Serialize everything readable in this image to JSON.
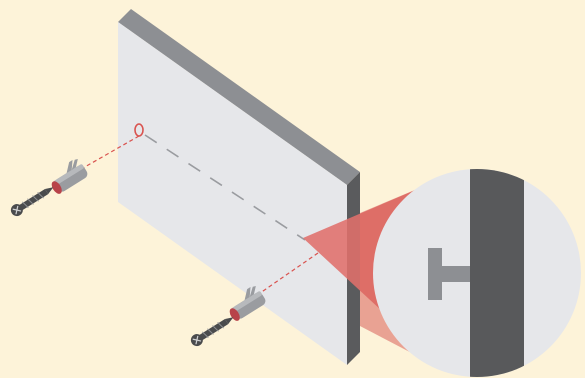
{
  "colors": {
    "background": "#fdf3d9",
    "panel_face": "#e6e7ea",
    "panel_top": "#8d8f93",
    "panel_edge": "#5a5b5d",
    "marker_red": "#d9534f",
    "magnifier_cone": "#e0706b",
    "hook": "#8d8f93",
    "anchor_gray": "#9a9ca0",
    "screw_dark": "#4a4b4d"
  },
  "illustration": {
    "panel": "wall-mounted-panel",
    "fasteners": [
      "wall-anchor-plug",
      "screw"
    ],
    "detail_view": "mounting-hook-magnified",
    "marker": "drill-hole-marker"
  }
}
